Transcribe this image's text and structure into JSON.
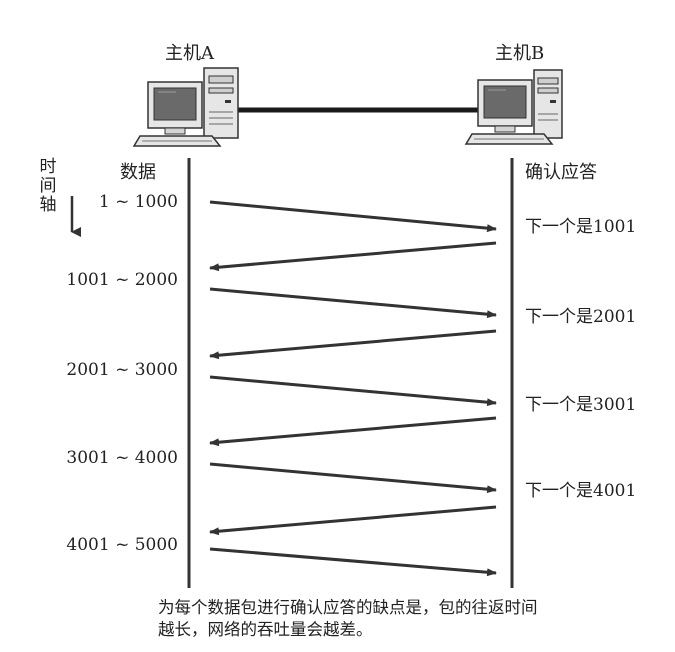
{
  "hosts": {
    "a": {
      "label": "主机A"
    },
    "b": {
      "label": "主机B"
    }
  },
  "time_axis": {
    "chars": [
      "时",
      "间",
      "轴"
    ]
  },
  "columns": {
    "data_title": "数据",
    "ack_title": "确认应答"
  },
  "segments": [
    {
      "range": "1 ~ 1000",
      "ack": "下一个是1001"
    },
    {
      "range": "1001 ~ 2000",
      "ack": "下一个是2001"
    },
    {
      "range": "2001 ~ 3000",
      "ack": "下一个是3001"
    },
    {
      "range": "3001 ~ 4000",
      "ack": "下一个是4001"
    },
    {
      "range": "4001 ~ 5000",
      "ack": ""
    }
  ],
  "caption": {
    "line1": "为每个数据包进行确认应答的缺点是，包的往返时间",
    "line2": "越长，网络的吞吐量会越差。"
  },
  "colors": {
    "ink": "#333333",
    "screen": "#666666",
    "body": "#e6e6e6"
  }
}
